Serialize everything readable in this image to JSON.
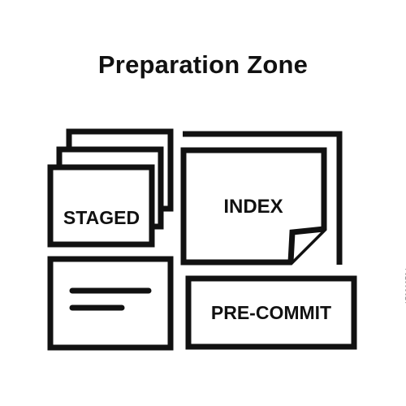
{
  "title": "Preparation Zone",
  "labels": {
    "staged": "STAGED",
    "index": "INDEX",
    "precommit": "PRE-COMMIT"
  },
  "stock_id": "179263734",
  "colors": {
    "stroke": "#111111",
    "background": "#ffffff"
  }
}
